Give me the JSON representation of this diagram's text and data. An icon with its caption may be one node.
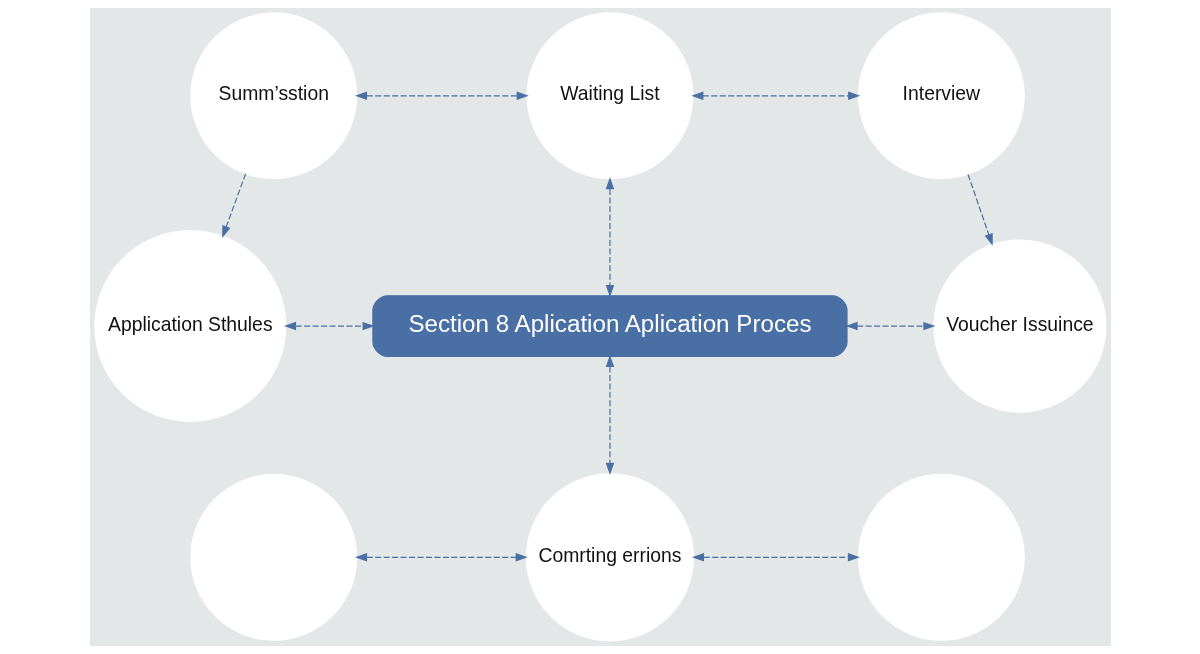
{
  "diagram": {
    "nodes": [
      {
        "text": [
          "Section 8 Aplication Aplication Proces"
        ]
      },
      {
        "text": [
          "Summ’sstion"
        ]
      },
      {
        "text": [
          "Waiting List"
        ]
      },
      {
        "text": [
          "Interview"
        ]
      },
      {
        "text": [
          "Application Sthules"
        ]
      },
      {
        "text": [
          "Voucher Issuince"
        ]
      },
      {
        "text": [],
        "shape": "circle"
      },
      {
        "text": [
          "Comrting errions"
        ]
      },
      {
        "text": [],
        "shape": "circle"
      }
    ],
    "edges": [
      {
        "from": 1,
        "to": 2,
        "arrow": "both",
        "style": "dashed"
      },
      {
        "from": 2,
        "to": 3,
        "arrow": "both",
        "style": "dashed"
      },
      {
        "from": 1,
        "to": 4,
        "arrow": "to",
        "style": "dashed"
      },
      {
        "from": 3,
        "to": 5,
        "arrow": "to",
        "style": "dashed"
      },
      {
        "from": 2,
        "to": 0,
        "arrow": "both",
        "style": "dashed"
      },
      {
        "from": 4,
        "to": 0,
        "arrow": "both",
        "style": "dashed"
      },
      {
        "from": 0,
        "to": 5,
        "arrow": "both",
        "style": "dashed"
      },
      {
        "from": 0,
        "to": 7,
        "arrow": "both",
        "style": "dashed"
      },
      {
        "from": 6,
        "to": 7,
        "arrow": "both",
        "style": "dashed"
      },
      {
        "from": 7,
        "to": 8,
        "arrow": "both",
        "style": "dashed"
      }
    ]
  }
}
